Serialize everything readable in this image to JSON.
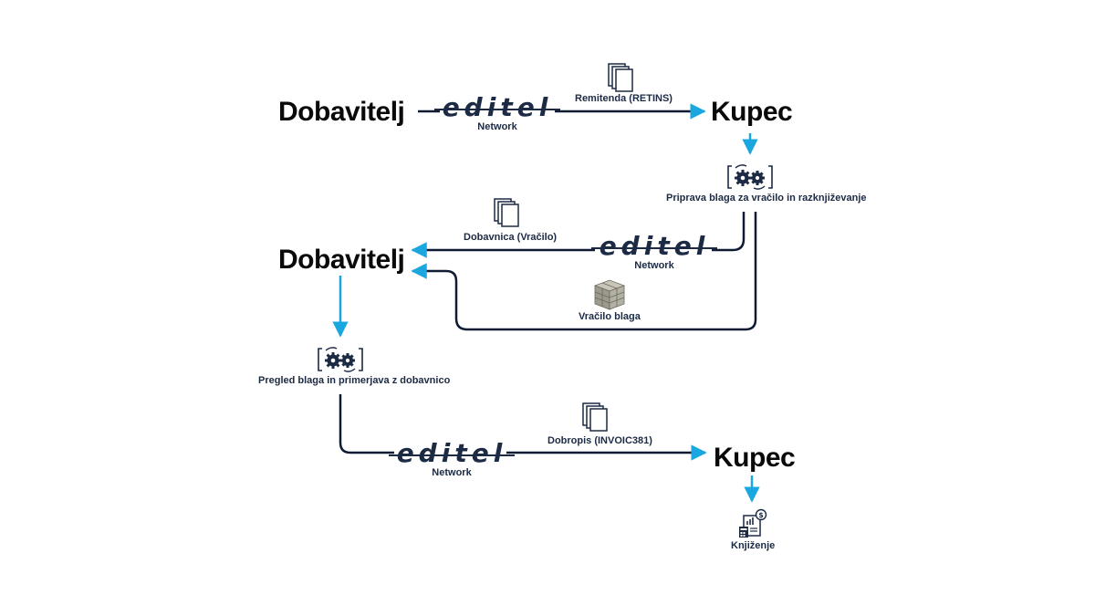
{
  "diagram": {
    "parties": {
      "supplier_1": "Dobavitelj",
      "buyer_1": "Kupec",
      "supplier_2": "Dobavitelj",
      "buyer_2": "Kupec"
    },
    "network_logos": [
      {
        "word": "editel",
        "sub": "Network"
      },
      {
        "word": "editel",
        "sub": "Network"
      },
      {
        "word": "editel",
        "sub": "Network"
      }
    ],
    "messages": {
      "retins": "Remitenda (RETINS)",
      "dobavnica": "Dobavnica (Vračilo)",
      "vracilo_blaga": "Vračilo blaga",
      "invoic": "Dobropis (INVOIC381)"
    },
    "process_steps": {
      "buyer_prep": "Priprava blaga za vračilo in razknjiževanje",
      "supplier_review": "Pregled blaga in primerjava z dobavnico",
      "booking": "Knjiženje"
    },
    "icons": {
      "document": "document-stack-icon",
      "gears": "gears-process-icon",
      "goods": "goods-boxes-icon",
      "accounting": "accounting-calculator-icon"
    },
    "colors": {
      "arrow_accent": "#1aa7e0",
      "line": "#0f1b33",
      "logo": "#1c2a44",
      "text": "#0a0a0a"
    }
  }
}
